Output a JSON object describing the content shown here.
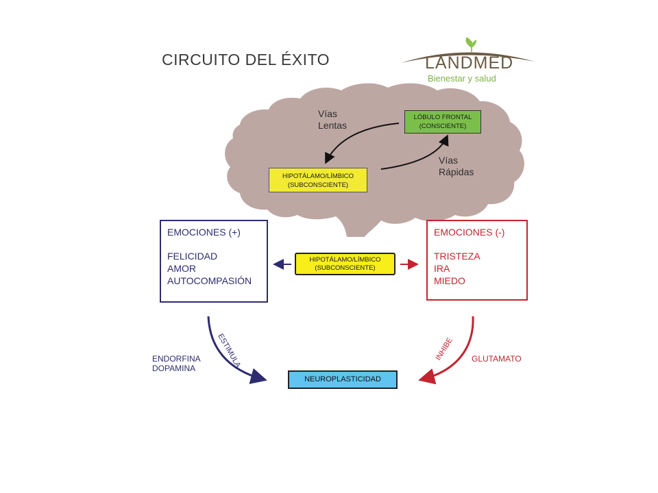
{
  "title": "CIRCUITO DEL ÉXITO",
  "logo": {
    "name": "LANDMED",
    "tagline": "Bienestar y salud",
    "leaf_color": "#7bb04a",
    "swoosh_color": "#6b5a43"
  },
  "brain": {
    "color": "#bda7a3",
    "slow_paths_label": "Vías\nLentas",
    "fast_paths_label": "Vías\nRápidas",
    "frontal_lobe_box": "LÓBULO FRONTAL\n(CONSCIENTE)",
    "limbic_box": "HIPOTÁLAMO/LÍMBICO\n(SUBCONSCIENTE)"
  },
  "center_box": "HIPOTÁLAMO/LÍMBICO\n(SUBCONSCIENTE)",
  "positive_panel": {
    "title": "EMOCIONES (+)",
    "items": "FELICIDAD\nAMOR\nAUTOCOMPASIÓN",
    "color": "#2e2c6e"
  },
  "negative_panel": {
    "title": "EMOCIONES (-)",
    "items": "TRISTEZA\nIRA\nMIEDO",
    "color": "#c3242f"
  },
  "neuroplasticity_box": "NEUROPLASTICIDAD",
  "left_curve_label": "ESTIMULA",
  "right_curve_label": "INHIBE",
  "left_side_label": "ENDORFINA\nDOPAMINA",
  "right_side_label": "GLUTAMATO",
  "colors": {
    "green_box": "#7bbf4a",
    "yellow_box": "#f2ea33",
    "blue_box": "#5fc4ef"
  }
}
